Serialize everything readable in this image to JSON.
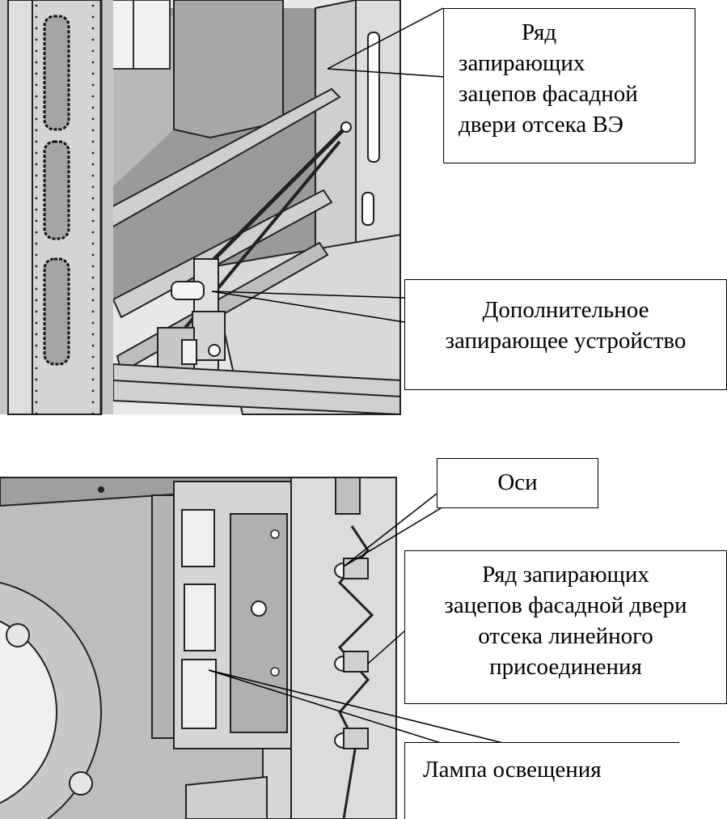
{
  "callouts": {
    "top_right": {
      "lines": [
        "Ряд",
        "запирающих",
        "зацепов фасадной",
        "двери отсека ВЭ"
      ]
    },
    "mid_right": {
      "lines": [
        "Дополнительное",
        "запирающее устройство"
      ]
    },
    "axes": {
      "lines": [
        "Оси"
      ]
    },
    "row_bottom": {
      "lines": [
        "Ряд запирающих",
        "зацепов фасадной двери",
        "отсека линейного",
        "присоединения"
      ]
    },
    "lamp": {
      "lines": [
        "Лампа освещения"
      ]
    }
  }
}
